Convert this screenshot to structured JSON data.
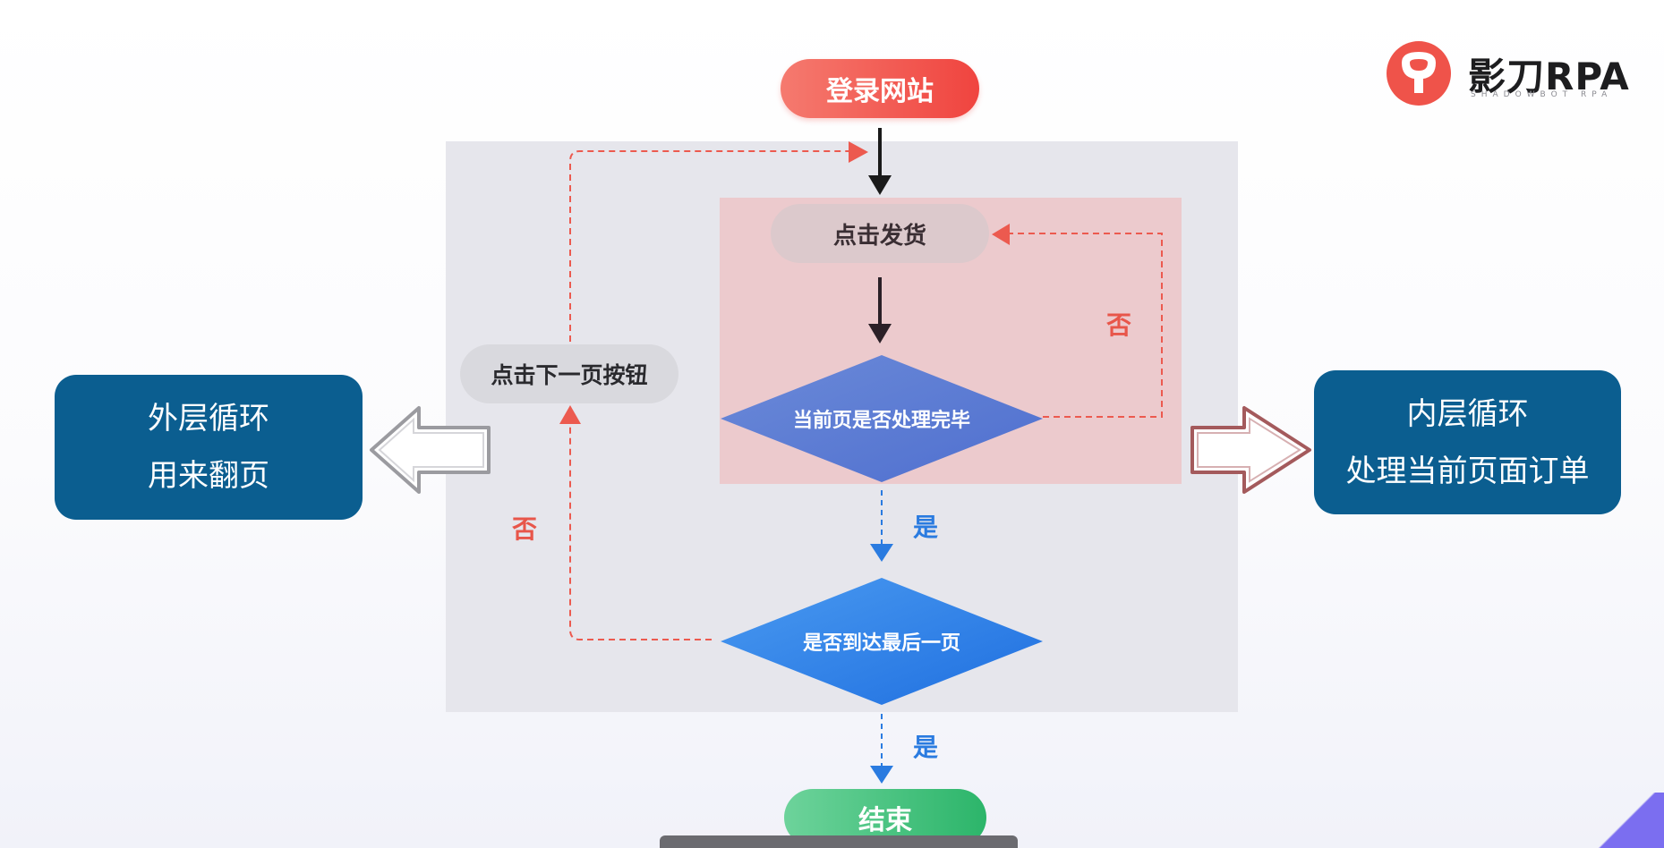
{
  "nodes": {
    "login": "登录网站",
    "ship": "点击发货",
    "page_done": "当前页是否处理完毕",
    "last_page": "是否到达最后一页",
    "next_page": "点击下一页按钮",
    "end": "结束"
  },
  "edge_labels": {
    "inner_no": "否",
    "inner_yes": "是",
    "outer_no": "否",
    "outer_yes": "是"
  },
  "annotations": {
    "outer_loop": {
      "line1": "外层循环",
      "line2": "用来翻页"
    },
    "inner_loop": {
      "line1": "内层循环",
      "line2": "处理当前页面订单"
    }
  },
  "logo": {
    "name": "影刀RPA",
    "tagline": "SHADOWBOT RPA"
  },
  "colors": {
    "start_pill": "#f4524f",
    "end_pill": "#3dc07a",
    "diamond_blue": "#2f7de8",
    "loop_no": "#ec5a4f",
    "yes_arrow": "#2a7be0",
    "annotation_box": "#0b5e90",
    "outer_region": "#e4e4ea",
    "inner_region": "#ecc7ca"
  }
}
